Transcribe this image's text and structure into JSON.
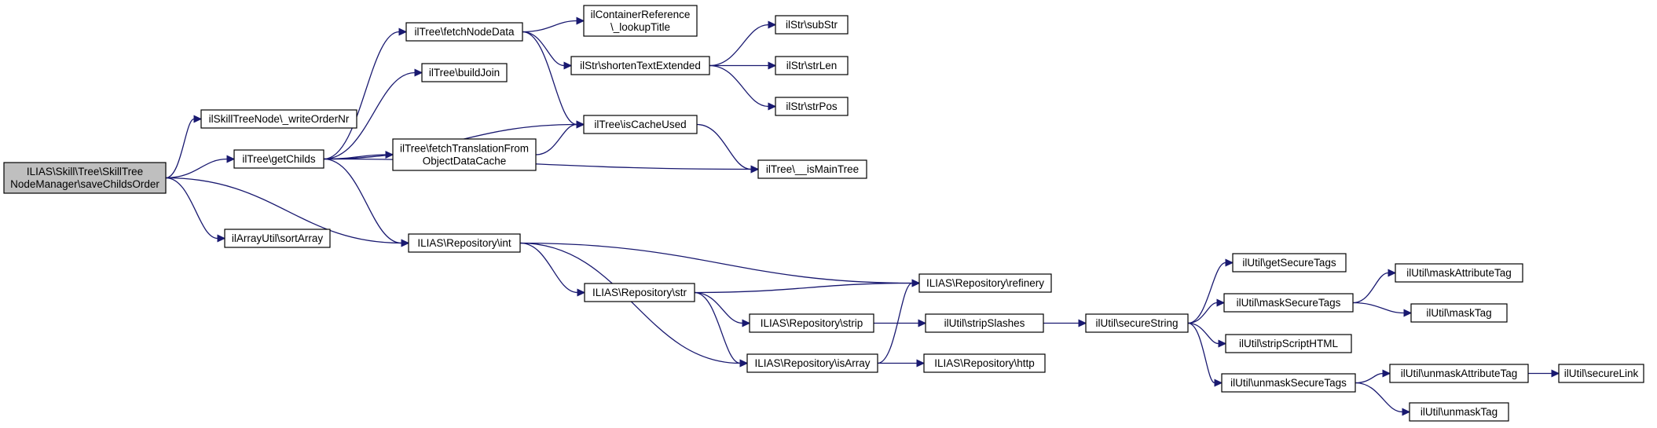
{
  "colors": {
    "node_fill": "#ffffff",
    "root_fill": "#bfbfbf",
    "node_border": "#000000",
    "edge": "#191970"
  },
  "nodes": [
    {
      "id": "root",
      "lines": [
        "ILIAS\\Skill\\Tree\\SkillTree",
        "NodeManager\\saveChildsOrder"
      ],
      "root": true
    },
    {
      "id": "writeOrderNr",
      "lines": [
        "ilSkillTreeNode\\_writeOrderNr"
      ]
    },
    {
      "id": "getChilds",
      "lines": [
        "ilTree\\getChilds"
      ]
    },
    {
      "id": "sortArray",
      "lines": [
        "ilArrayUtil\\sortArray"
      ]
    },
    {
      "id": "fetchNodeData",
      "lines": [
        "ilTree\\fetchNodeData"
      ]
    },
    {
      "id": "buildJoin",
      "lines": [
        "ilTree\\buildJoin"
      ]
    },
    {
      "id": "fetchTranslation",
      "lines": [
        "ilTree\\fetchTranslationFrom",
        "ObjectDataCache"
      ]
    },
    {
      "id": "repoInt",
      "lines": [
        "ILIAS\\Repository\\int"
      ]
    },
    {
      "id": "lookupTitle",
      "lines": [
        "ilContainerReference",
        "\\_lookupTitle"
      ]
    },
    {
      "id": "shortenText",
      "lines": [
        "ilStr\\shortenTextExtended"
      ]
    },
    {
      "id": "isCacheUsed",
      "lines": [
        "ilTree\\isCacheUsed"
      ]
    },
    {
      "id": "repoStr",
      "lines": [
        "ILIAS\\Repository\\str"
      ]
    },
    {
      "id": "repoStrip",
      "lines": [
        "ILIAS\\Repository\\strip"
      ]
    },
    {
      "id": "repoIsArray",
      "lines": [
        "ILIAS\\Repository\\isArray"
      ]
    },
    {
      "id": "subStr",
      "lines": [
        "ilStr\\subStr"
      ]
    },
    {
      "id": "strLen",
      "lines": [
        "ilStr\\strLen"
      ]
    },
    {
      "id": "strPos",
      "lines": [
        "ilStr\\strPos"
      ]
    },
    {
      "id": "isMainTree",
      "lines": [
        "ilTree\\__isMainTree"
      ]
    },
    {
      "id": "refinery",
      "lines": [
        "ILIAS\\Repository\\refinery"
      ]
    },
    {
      "id": "stripSlashes",
      "lines": [
        "ilUtil\\stripSlashes"
      ]
    },
    {
      "id": "http",
      "lines": [
        "ILIAS\\Repository\\http"
      ]
    },
    {
      "id": "secureString",
      "lines": [
        "ilUtil\\secureString"
      ]
    },
    {
      "id": "getSecureTags",
      "lines": [
        "ilUtil\\getSecureTags"
      ]
    },
    {
      "id": "maskSecureTags",
      "lines": [
        "ilUtil\\maskSecureTags"
      ]
    },
    {
      "id": "stripScriptHTML",
      "lines": [
        "ilUtil\\stripScriptHTML"
      ]
    },
    {
      "id": "unmaskSecureTags",
      "lines": [
        "ilUtil\\unmaskSecureTags"
      ]
    },
    {
      "id": "maskAttributeTag",
      "lines": [
        "ilUtil\\maskAttributeTag"
      ]
    },
    {
      "id": "maskTag",
      "lines": [
        "ilUtil\\maskTag"
      ]
    },
    {
      "id": "unmaskAttributeTag",
      "lines": [
        "ilUtil\\unmaskAttributeTag"
      ]
    },
    {
      "id": "unmaskTag",
      "lines": [
        "ilUtil\\unmaskTag"
      ]
    },
    {
      "id": "secureLink",
      "lines": [
        "ilUtil\\secureLink"
      ]
    }
  ],
  "edges": [
    [
      "root",
      "writeOrderNr"
    ],
    [
      "root",
      "getChilds"
    ],
    [
      "root",
      "repoInt"
    ],
    [
      "root",
      "sortArray"
    ],
    [
      "getChilds",
      "fetchNodeData"
    ],
    [
      "getChilds",
      "buildJoin"
    ],
    [
      "getChilds",
      "isCacheUsed"
    ],
    [
      "getChilds",
      "fetchTranslation"
    ],
    [
      "getChilds",
      "isMainTree"
    ],
    [
      "getChilds",
      "repoInt"
    ],
    [
      "fetchNodeData",
      "lookupTitle"
    ],
    [
      "fetchNodeData",
      "shortenText"
    ],
    [
      "fetchNodeData",
      "isCacheUsed"
    ],
    [
      "shortenText",
      "subStr"
    ],
    [
      "shortenText",
      "strLen"
    ],
    [
      "shortenText",
      "strPos"
    ],
    [
      "fetchTranslation",
      "isCacheUsed"
    ],
    [
      "isCacheUsed",
      "isMainTree"
    ],
    [
      "repoInt",
      "refinery"
    ],
    [
      "repoInt",
      "repoStr"
    ],
    [
      "repoInt",
      "repoIsArray"
    ],
    [
      "repoStr",
      "refinery"
    ],
    [
      "repoStr",
      "repoStrip"
    ],
    [
      "repoStr",
      "repoIsArray"
    ],
    [
      "repoStrip",
      "stripSlashes"
    ],
    [
      "repoIsArray",
      "refinery"
    ],
    [
      "repoIsArray",
      "http"
    ],
    [
      "stripSlashes",
      "secureString"
    ],
    [
      "secureString",
      "getSecureTags"
    ],
    [
      "secureString",
      "maskSecureTags"
    ],
    [
      "secureString",
      "stripScriptHTML"
    ],
    [
      "secureString",
      "unmaskSecureTags"
    ],
    [
      "maskSecureTags",
      "maskAttributeTag"
    ],
    [
      "maskSecureTags",
      "maskTag"
    ],
    [
      "unmaskSecureTags",
      "unmaskAttributeTag"
    ],
    [
      "unmaskSecureTags",
      "unmaskTag"
    ],
    [
      "unmaskAttributeTag",
      "secureLink"
    ]
  ]
}
